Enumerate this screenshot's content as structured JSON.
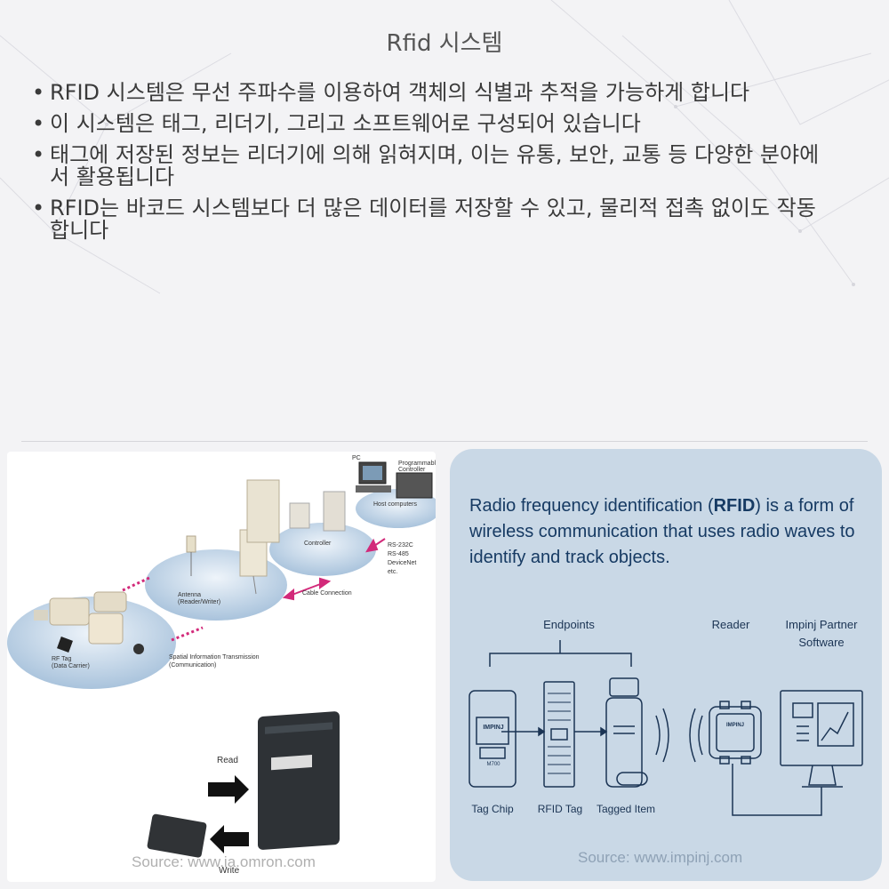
{
  "slide": {
    "title": "Rfid 시스템",
    "bullets": [
      "RFID 시스템은 무선 주파수를 이용하여 객체의 식별과 추적을 가능하게 합니다",
      "이 시스템은 태그, 리더기, 그리고 소프트웨어로 구성되어 있습니다",
      "태그에 저장된 정보는 리더기에 의해 읽혀지며, 이는 유통, 보안, 교통 등 다양한 분야에서 활용됩니다",
      "RFID는 바코드 시스템보다 더 많은 데이터를 저장할 수 있고, 물리적 접촉 없이도 작동합니다"
    ]
  },
  "left_image": {
    "labels": {
      "pc": "PC",
      "plc": "Programmable Controller",
      "host": "Host computers",
      "rs": "RS-232C",
      "rs485": "RS-485",
      "devicenet": "DeviceNet",
      "etc": "etc.",
      "controller": "Controller",
      "cable": "Cable Connection",
      "antenna": "Antenna",
      "antenna_sub": "(Reader/Writer)",
      "spatial": "Spatial Information Transmission",
      "spatial_sub": "(Communication)",
      "rftag": "RF Tag",
      "rftag_sub": "(Data Carrier)",
      "read": "Read",
      "write": "Write"
    },
    "source": "Source: www.ia.omron.com"
  },
  "right_image": {
    "intro_pre": "Radio frequency identification (",
    "intro_bold": "RFID",
    "intro_post": ") is a form of wireless communication that uses radio waves to identify and track objects.",
    "endpoints": "Endpoints",
    "reader": "Reader",
    "partner_line1": "Impinj Partner",
    "partner_line2": "Software",
    "chip_brand": "IMPINJ",
    "chip_model": "M700",
    "reader_brand": "IMPINJ",
    "tag_chip": "Tag Chip",
    "rfid_tag": "RFID Tag",
    "tagged_item": "Tagged Item",
    "source": "Source: www.impinj.com",
    "colors": {
      "line": "#1b3454",
      "panel": "#c9d8e6"
    }
  }
}
